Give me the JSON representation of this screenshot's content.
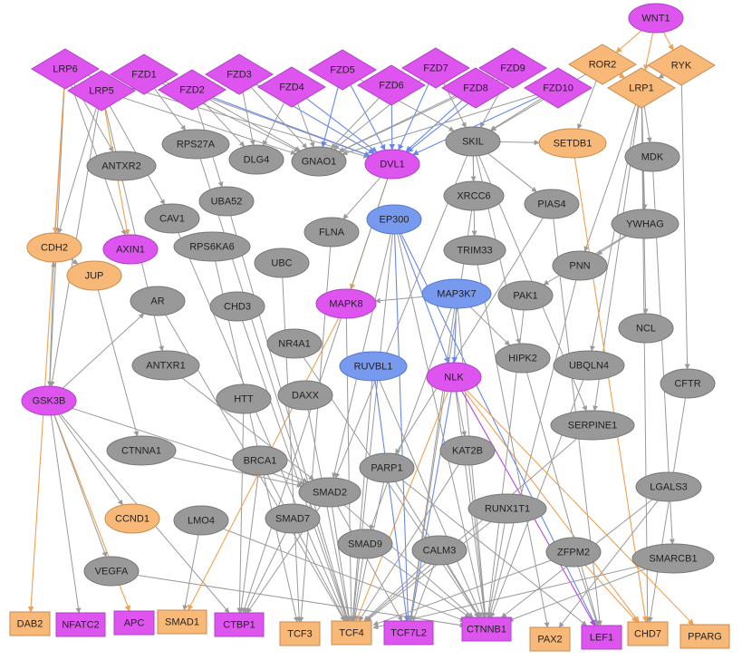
{
  "colors": {
    "magenta": "#dd55ee",
    "orange": "#f8b878",
    "gray": "#999999",
    "blue": "#7799ee",
    "edge_gray": "#9a9a9a",
    "edge_orange": "#f0a050",
    "edge_blue": "#6688ee",
    "edge_purple": "#bb44dd"
  },
  "nodes": [
    {
      "id": "WNT1",
      "label": "WNT1",
      "shape": "ellipse",
      "color": "magenta"
    },
    {
      "id": "ROR2",
      "label": "ROR2",
      "shape": "diamond",
      "color": "orange"
    },
    {
      "id": "RYK",
      "label": "RYK",
      "shape": "diamond",
      "color": "orange"
    },
    {
      "id": "LRP1",
      "label": "LRP1",
      "shape": "diamond",
      "color": "orange"
    },
    {
      "id": "LRP6",
      "label": "LRP6",
      "shape": "diamond",
      "color": "magenta"
    },
    {
      "id": "FZD1",
      "label": "FZD1",
      "shape": "diamond",
      "color": "magenta"
    },
    {
      "id": "LRP5",
      "label": "LRP5",
      "shape": "diamond",
      "color": "magenta"
    },
    {
      "id": "FZD2",
      "label": "FZD2",
      "shape": "diamond",
      "color": "magenta"
    },
    {
      "id": "FZD3",
      "label": "FZD3",
      "shape": "diamond",
      "color": "magenta"
    },
    {
      "id": "FZD4",
      "label": "FZD4",
      "shape": "diamond",
      "color": "magenta"
    },
    {
      "id": "FZD5",
      "label": "FZD5",
      "shape": "diamond",
      "color": "magenta"
    },
    {
      "id": "FZD6",
      "label": "FZD6",
      "shape": "diamond",
      "color": "magenta"
    },
    {
      "id": "FZD7",
      "label": "FZD7",
      "shape": "diamond",
      "color": "magenta"
    },
    {
      "id": "FZD8",
      "label": "FZD8",
      "shape": "diamond",
      "color": "magenta"
    },
    {
      "id": "FZD9",
      "label": "FZD9",
      "shape": "diamond",
      "color": "magenta"
    },
    {
      "id": "FZD10",
      "label": "FZD10",
      "shape": "diamond",
      "color": "magenta"
    },
    {
      "id": "RPS27A",
      "label": "RPS27A",
      "shape": "ellipse",
      "color": "gray"
    },
    {
      "id": "DLG4",
      "label": "DLG4",
      "shape": "ellipse",
      "color": "gray"
    },
    {
      "id": "GNAO1",
      "label": "GNAO1",
      "shape": "ellipse",
      "color": "gray"
    },
    {
      "id": "DVL1",
      "label": "DVL1",
      "shape": "ellipse",
      "color": "magenta"
    },
    {
      "id": "SKIL",
      "label": "SKIL",
      "shape": "ellipse",
      "color": "gray"
    },
    {
      "id": "SETDB1",
      "label": "SETDB1",
      "shape": "ellipse",
      "color": "orange"
    },
    {
      "id": "MDK",
      "label": "MDK",
      "shape": "ellipse",
      "color": "gray"
    },
    {
      "id": "ANTXR2",
      "label": "ANTXR2",
      "shape": "ellipse",
      "color": "gray"
    },
    {
      "id": "UBA52",
      "label": "UBA52",
      "shape": "ellipse",
      "color": "gray"
    },
    {
      "id": "XRCC6",
      "label": "XRCC6",
      "shape": "ellipse",
      "color": "gray"
    },
    {
      "id": "PIAS4",
      "label": "PIAS4",
      "shape": "ellipse",
      "color": "gray"
    },
    {
      "id": "CAV1",
      "label": "CAV1",
      "shape": "ellipse",
      "color": "gray"
    },
    {
      "id": "EP300",
      "label": "EP300",
      "shape": "ellipse",
      "color": "blue"
    },
    {
      "id": "YWHAG",
      "label": "YWHAG",
      "shape": "ellipse",
      "color": "gray"
    },
    {
      "id": "FLNA",
      "label": "FLNA",
      "shape": "ellipse",
      "color": "gray"
    },
    {
      "id": "CDH2",
      "label": "CDH2",
      "shape": "ellipse",
      "color": "orange"
    },
    {
      "id": "AXIN1",
      "label": "AXIN1",
      "shape": "ellipse",
      "color": "magenta"
    },
    {
      "id": "RPS6KA6",
      "label": "RPS6KA6",
      "shape": "ellipse",
      "color": "gray"
    },
    {
      "id": "TRIM33",
      "label": "TRIM33",
      "shape": "ellipse",
      "color": "gray"
    },
    {
      "id": "UBC",
      "label": "UBC",
      "shape": "ellipse",
      "color": "gray"
    },
    {
      "id": "PNN",
      "label": "PNN",
      "shape": "ellipse",
      "color": "gray"
    },
    {
      "id": "JUP",
      "label": "JUP",
      "shape": "ellipse",
      "color": "orange"
    },
    {
      "id": "MAP3K7",
      "label": "MAP3K7",
      "shape": "ellipse",
      "color": "blue"
    },
    {
      "id": "PAK1",
      "label": "PAK1",
      "shape": "ellipse",
      "color": "gray"
    },
    {
      "id": "AR",
      "label": "AR",
      "shape": "ellipse",
      "color": "gray"
    },
    {
      "id": "CHD3",
      "label": "CHD3",
      "shape": "ellipse",
      "color": "gray"
    },
    {
      "id": "MAPK8",
      "label": "MAPK8",
      "shape": "ellipse",
      "color": "magenta"
    },
    {
      "id": "NCL",
      "label": "NCL",
      "shape": "ellipse",
      "color": "gray"
    },
    {
      "id": "NR4A1",
      "label": "NR4A1",
      "shape": "ellipse",
      "color": "gray"
    },
    {
      "id": "HIPK2",
      "label": "HIPK2",
      "shape": "ellipse",
      "color": "gray"
    },
    {
      "id": "ANTXR1",
      "label": "ANTXR1",
      "shape": "ellipse",
      "color": "gray"
    },
    {
      "id": "RUVBL1",
      "label": "RUVBL1",
      "shape": "ellipse",
      "color": "blue"
    },
    {
      "id": "UBQLN4",
      "label": "UBQLN4",
      "shape": "ellipse",
      "color": "gray"
    },
    {
      "id": "NLK",
      "label": "NLK",
      "shape": "ellipse",
      "color": "magenta"
    },
    {
      "id": "CFTR",
      "label": "CFTR",
      "shape": "ellipse",
      "color": "gray"
    },
    {
      "id": "GSK3B",
      "label": "GSK3B",
      "shape": "ellipse",
      "color": "magenta"
    },
    {
      "id": "HTT",
      "label": "HTT",
      "shape": "ellipse",
      "color": "gray"
    },
    {
      "id": "DAXX",
      "label": "DAXX",
      "shape": "ellipse",
      "color": "gray"
    },
    {
      "id": "SERPINE1",
      "label": "SERPINE1",
      "shape": "ellipse",
      "color": "gray"
    },
    {
      "id": "CTNNA1",
      "label": "CTNNA1",
      "shape": "ellipse",
      "color": "gray"
    },
    {
      "id": "KAT2B",
      "label": "KAT2B",
      "shape": "ellipse",
      "color": "gray"
    },
    {
      "id": "BRCA1",
      "label": "BRCA1",
      "shape": "ellipse",
      "color": "gray"
    },
    {
      "id": "PARP1",
      "label": "PARP1",
      "shape": "ellipse",
      "color": "gray"
    },
    {
      "id": "LGALS3",
      "label": "LGALS3",
      "shape": "ellipse",
      "color": "gray"
    },
    {
      "id": "SMAD2",
      "label": "SMAD2",
      "shape": "ellipse",
      "color": "gray"
    },
    {
      "id": "RUNX1T1",
      "label": "RUNX1T1",
      "shape": "ellipse",
      "color": "gray"
    },
    {
      "id": "CCND1",
      "label": "CCND1",
      "shape": "ellipse",
      "color": "orange"
    },
    {
      "id": "LMO4",
      "label": "LMO4",
      "shape": "ellipse",
      "color": "gray"
    },
    {
      "id": "SMAD7",
      "label": "SMAD7",
      "shape": "ellipse",
      "color": "gray"
    },
    {
      "id": "SMAD9",
      "label": "SMAD9",
      "shape": "ellipse",
      "color": "gray"
    },
    {
      "id": "CALM3",
      "label": "CALM3",
      "shape": "ellipse",
      "color": "gray"
    },
    {
      "id": "ZFPM2",
      "label": "ZFPM2",
      "shape": "ellipse",
      "color": "gray"
    },
    {
      "id": "SMARCB1",
      "label": "SMARCB1",
      "shape": "ellipse",
      "color": "gray"
    },
    {
      "id": "VEGFA",
      "label": "VEGFA",
      "shape": "ellipse",
      "color": "gray"
    },
    {
      "id": "DAB2",
      "label": "DAB2",
      "shape": "rect",
      "color": "orange"
    },
    {
      "id": "NFATC2",
      "label": "NFATC2",
      "shape": "rect",
      "color": "magenta"
    },
    {
      "id": "APC",
      "label": "APC",
      "shape": "rect",
      "color": "magenta"
    },
    {
      "id": "SMAD1",
      "label": "SMAD1",
      "shape": "rect",
      "color": "orange"
    },
    {
      "id": "CTBP1",
      "label": "CTBP1",
      "shape": "rect",
      "color": "magenta"
    },
    {
      "id": "TCF3",
      "label": "TCF3",
      "shape": "rect",
      "color": "orange"
    },
    {
      "id": "TCF4",
      "label": "TCF4",
      "shape": "rect",
      "color": "orange"
    },
    {
      "id": "TCF7L2",
      "label": "TCF7L2",
      "shape": "rect",
      "color": "magenta"
    },
    {
      "id": "CTNNB1",
      "label": "CTNNB1",
      "shape": "rect",
      "color": "magenta"
    },
    {
      "id": "PAX2",
      "label": "PAX2",
      "shape": "rect",
      "color": "orange"
    },
    {
      "id": "LEF1",
      "label": "LEF1",
      "shape": "rect",
      "color": "magenta"
    },
    {
      "id": "CHD7",
      "label": "CHD7",
      "shape": "rect",
      "color": "orange"
    },
    {
      "id": "PPARG",
      "label": "PPARG",
      "shape": "rect",
      "color": "orange"
    }
  ],
  "edges": [
    [
      "WNT1",
      "ROR2",
      "orange"
    ],
    [
      "WNT1",
      "RYK",
      "orange"
    ],
    [
      "WNT1",
      "LRP1",
      "orange"
    ],
    [
      "ROR2",
      "LRP1",
      "orange"
    ],
    [
      "ROR2",
      "SETDB1",
      "gray"
    ],
    [
      "ROR2",
      "SKIL",
      "gray"
    ],
    [
      "RYK",
      "CFTR",
      "gray"
    ],
    [
      "RYK",
      "LRP1",
      "gray"
    ],
    [
      "LRP1",
      "MDK",
      "gray"
    ],
    [
      "LRP1",
      "YWHAG",
      "gray"
    ],
    [
      "LRP1",
      "NCL",
      "gray"
    ],
    [
      "LRP1",
      "PNN",
      "gray"
    ],
    [
      "LRP1",
      "UBQLN4",
      "gray"
    ],
    [
      "LRP1",
      "SERPINE1",
      "gray"
    ],
    [
      "LRP1",
      "CHD7",
      "gray"
    ],
    [
      "LRP6",
      "CDH2",
      "orange"
    ],
    [
      "LRP6",
      "GSK3B",
      "gray"
    ],
    [
      "LRP6",
      "AXIN1",
      "gray"
    ],
    [
      "LRP6",
      "DAB2",
      "orange"
    ],
    [
      "LRP6",
      "ANTXR2",
      "gray"
    ],
    [
      "LRP6",
      "DVL1",
      "gray"
    ],
    [
      "LRP5",
      "AXIN1",
      "orange"
    ],
    [
      "LRP5",
      "GSK3B",
      "gray"
    ],
    [
      "LRP5",
      "CDH2",
      "gray"
    ],
    [
      "LRP5",
      "ANTXR1",
      "gray"
    ],
    [
      "LRP5",
      "CAV1",
      "gray"
    ],
    [
      "LRP5",
      "GNAO1",
      "gray"
    ],
    [
      "FZD1",
      "DVL1",
      "gray"
    ],
    [
      "FZD1",
      "GNAO1",
      "gray"
    ],
    [
      "FZD1",
      "RPS27A",
      "gray"
    ],
    [
      "FZD2",
      "DVL1",
      "blue"
    ],
    [
      "FZD2",
      "GNAO1",
      "gray"
    ],
    [
      "FZD2",
      "DLG4",
      "gray"
    ],
    [
      "FZD2",
      "UBA52",
      "gray"
    ],
    [
      "FZD3",
      "DVL1",
      "blue"
    ],
    [
      "FZD3",
      "GNAO1",
      "gray"
    ],
    [
      "FZD3",
      "DLG4",
      "gray"
    ],
    [
      "FZD4",
      "DVL1",
      "blue"
    ],
    [
      "FZD4",
      "GNAO1",
      "gray"
    ],
    [
      "FZD4",
      "DLG4",
      "gray"
    ],
    [
      "FZD5",
      "DVL1",
      "blue"
    ],
    [
      "FZD5",
      "GNAO1",
      "blue"
    ],
    [
      "FZD5",
      "SKIL",
      "gray"
    ],
    [
      "FZD6",
      "DVL1",
      "blue"
    ],
    [
      "FZD6",
      "GNAO1",
      "gray"
    ],
    [
      "FZD7",
      "DVL1",
      "blue"
    ],
    [
      "FZD7",
      "SKIL",
      "gray"
    ],
    [
      "FZD7",
      "GNAO1",
      "gray"
    ],
    [
      "FZD8",
      "DVL1",
      "blue"
    ],
    [
      "FZD8",
      "GNAO1",
      "gray"
    ],
    [
      "FZD9",
      "DVL1",
      "blue"
    ],
    [
      "FZD9",
      "GNAO1",
      "gray"
    ],
    [
      "FZD9",
      "SKIL",
      "gray"
    ],
    [
      "FZD10",
      "DVL1",
      "blue"
    ],
    [
      "FZD10",
      "GNAO1",
      "gray"
    ],
    [
      "FZD10",
      "SKIL",
      "gray"
    ],
    [
      "DVL1",
      "MAPK8",
      "orange"
    ],
    [
      "DVL1",
      "FLNA",
      "gray"
    ],
    [
      "DVL1",
      "CTBP1",
      "gray"
    ],
    [
      "SKIL",
      "SETDB1",
      "gray"
    ],
    [
      "SKIL",
      "PIAS4",
      "gray"
    ],
    [
      "SKIL",
      "XRCC6",
      "gray"
    ],
    [
      "SKIL",
      "SMAD2",
      "gray"
    ],
    [
      "SKIL",
      "SERPINE1",
      "gray"
    ],
    [
      "SKIL",
      "HIPK2",
      "gray"
    ],
    [
      "SKIL",
      "TRIM33",
      "gray"
    ],
    [
      "SETDB1",
      "CHD7",
      "orange"
    ],
    [
      "MDK",
      "SMARCB1",
      "gray"
    ],
    [
      "YWHAG",
      "PAK1",
      "gray"
    ],
    [
      "YWHAG",
      "PNN",
      "gray"
    ],
    [
      "PIAS4",
      "LEF1",
      "gray"
    ],
    [
      "PIAS4",
      "PARP1",
      "gray"
    ],
    [
      "PNN",
      "CTNNB1",
      "gray"
    ],
    [
      "EP300",
      "TCF7L2",
      "blue"
    ],
    [
      "EP300",
      "CTNNB1",
      "gray"
    ],
    [
      "EP300",
      "SMAD2",
      "gray"
    ],
    [
      "EP300",
      "TCF4",
      "gray"
    ],
    [
      "EP300",
      "NLK",
      "blue"
    ],
    [
      "EP300",
      "LEF1",
      "blue"
    ],
    [
      "MAP3K7",
      "NLK",
      "blue"
    ],
    [
      "MAP3K7",
      "MAPK8",
      "gray"
    ],
    [
      "MAP3K7",
      "HIPK2",
      "gray"
    ],
    [
      "MAP3K7",
      "TCF7L2",
      "gray"
    ],
    [
      "MAP3K7",
      "CTNNB1",
      "gray"
    ],
    [
      "MAP3K7",
      "SMAD9",
      "gray"
    ],
    [
      "NLK",
      "LEF1",
      "purple"
    ],
    [
      "NLK",
      "TCF4",
      "orange"
    ],
    [
      "NLK",
      "TCF7L2",
      "blue"
    ],
    [
      "NLK",
      "CTNNB1",
      "gray"
    ],
    [
      "NLK",
      "PPARG",
      "orange"
    ],
    [
      "NLK",
      "CHD7",
      "orange"
    ],
    [
      "NLK",
      "KAT2B",
      "gray"
    ],
    [
      "RUVBL1",
      "TCF4",
      "gray"
    ],
    [
      "RUVBL1",
      "CTNNB1",
      "gray"
    ],
    [
      "RUVBL1",
      "TCF7L2",
      "blue"
    ],
    [
      "GSK3B",
      "APC",
      "orange"
    ],
    [
      "GSK3B",
      "CCND1",
      "gray"
    ],
    [
      "GSK3B",
      "NFATC2",
      "gray"
    ],
    [
      "GSK3B",
      "CTBP1",
      "gray"
    ],
    [
      "GSK3B",
      "SMAD2",
      "gray"
    ],
    [
      "GSK3B",
      "VEGFA",
      "gray"
    ],
    [
      "GSK3B",
      "CDH2",
      "gray"
    ],
    [
      "GSK3B",
      "AR",
      "gray"
    ],
    [
      "CDH2",
      "JUP",
      "gray"
    ],
    [
      "JUP",
      "CTNNA1",
      "gray"
    ],
    [
      "BRCA1",
      "CTBP1",
      "gray"
    ],
    [
      "BRCA1",
      "SMAD2",
      "gray"
    ],
    [
      "BRCA1",
      "TCF4",
      "gray"
    ],
    [
      "SMAD2",
      "TCF4",
      "gray"
    ],
    [
      "SMAD2",
      "TCF7L2",
      "gray"
    ],
    [
      "SMAD2",
      "CTNNB1",
      "gray"
    ],
    [
      "SMAD2",
      "CTBP1",
      "gray"
    ],
    [
      "SMAD7",
      "CTBP1",
      "gray"
    ],
    [
      "SMAD9",
      "TCF4",
      "gray"
    ],
    [
      "SMAD9",
      "CTNNB1",
      "gray"
    ],
    [
      "CALM3",
      "CTNNB1",
      "gray"
    ],
    [
      "CALM3",
      "TCF4",
      "gray"
    ],
    [
      "CALM3",
      "TCF7L2",
      "gray"
    ],
    [
      "PARP1",
      "TCF4",
      "gray"
    ],
    [
      "PARP1",
      "CTNNB1",
      "gray"
    ],
    [
      "PARP1",
      "LEF1",
      "gray"
    ],
    [
      "KAT2B",
      "TCF4",
      "gray"
    ],
    [
      "KAT2B",
      "CTNNB1",
      "gray"
    ],
    [
      "RUNX1T1",
      "TCF4",
      "gray"
    ],
    [
      "RUNX1T1",
      "CTNNB1",
      "gray"
    ],
    [
      "ZFPM2",
      "TCF4",
      "gray"
    ],
    [
      "ZFPM2",
      "LEF1",
      "gray"
    ],
    [
      "ZFPM2",
      "CHD7",
      "orange"
    ],
    [
      "SMARCB1",
      "CTNNB1",
      "gray"
    ],
    [
      "SMARCB1",
      "TCF4",
      "gray"
    ],
    [
      "LGALS3",
      "CTNNB1",
      "gray"
    ],
    [
      "LGALS3",
      "PAX2",
      "gray"
    ],
    [
      "UBQLN4",
      "CTNNB1",
      "gray"
    ],
    [
      "HTT",
      "CTBP1",
      "gray"
    ],
    [
      "DAXX",
      "TCF4",
      "gray"
    ],
    [
      "CHD3",
      "TCF4",
      "gray"
    ],
    [
      "NR4A1",
      "CTNNB1",
      "gray"
    ],
    [
      "VEGFA",
      "CTNNB1",
      "gray"
    ],
    [
      "LMO4",
      "SMAD1",
      "gray"
    ],
    [
      "LMO4",
      "CTNNB1",
      "gray"
    ],
    [
      "ANTXR1",
      "SMAD2",
      "gray"
    ],
    [
      "CTNNA1",
      "SMAD2",
      "gray"
    ],
    [
      "MAPK8",
      "SMAD1",
      "orange"
    ],
    [
      "MAPK8",
      "TCF4",
      "gray"
    ],
    [
      "AR",
      "TCF4",
      "gray"
    ],
    [
      "FLNA",
      "TCF3",
      "gray"
    ],
    [
      "RPS6KA6",
      "TCF3",
      "gray"
    ],
    [
      "UBC",
      "TCF3",
      "gray"
    ],
    [
      "UBA52",
      "TCF4",
      "gray"
    ],
    [
      "RPS27A",
      "TCF4",
      "gray"
    ],
    [
      "CAV1",
      "TCF4",
      "gray"
    ],
    [
      "TRIM33",
      "PAX2",
      "gray"
    ],
    [
      "PAK1",
      "CTNNB1",
      "gray"
    ],
    [
      "XRCC6",
      "TCF7L2",
      "gray"
    ],
    [
      "SERPINE1",
      "TCF4",
      "gray"
    ],
    [
      "CFTR",
      "CHD7",
      "gray"
    ],
    [
      "HIPK2",
      "LEF1",
      "gray"
    ]
  ]
}
